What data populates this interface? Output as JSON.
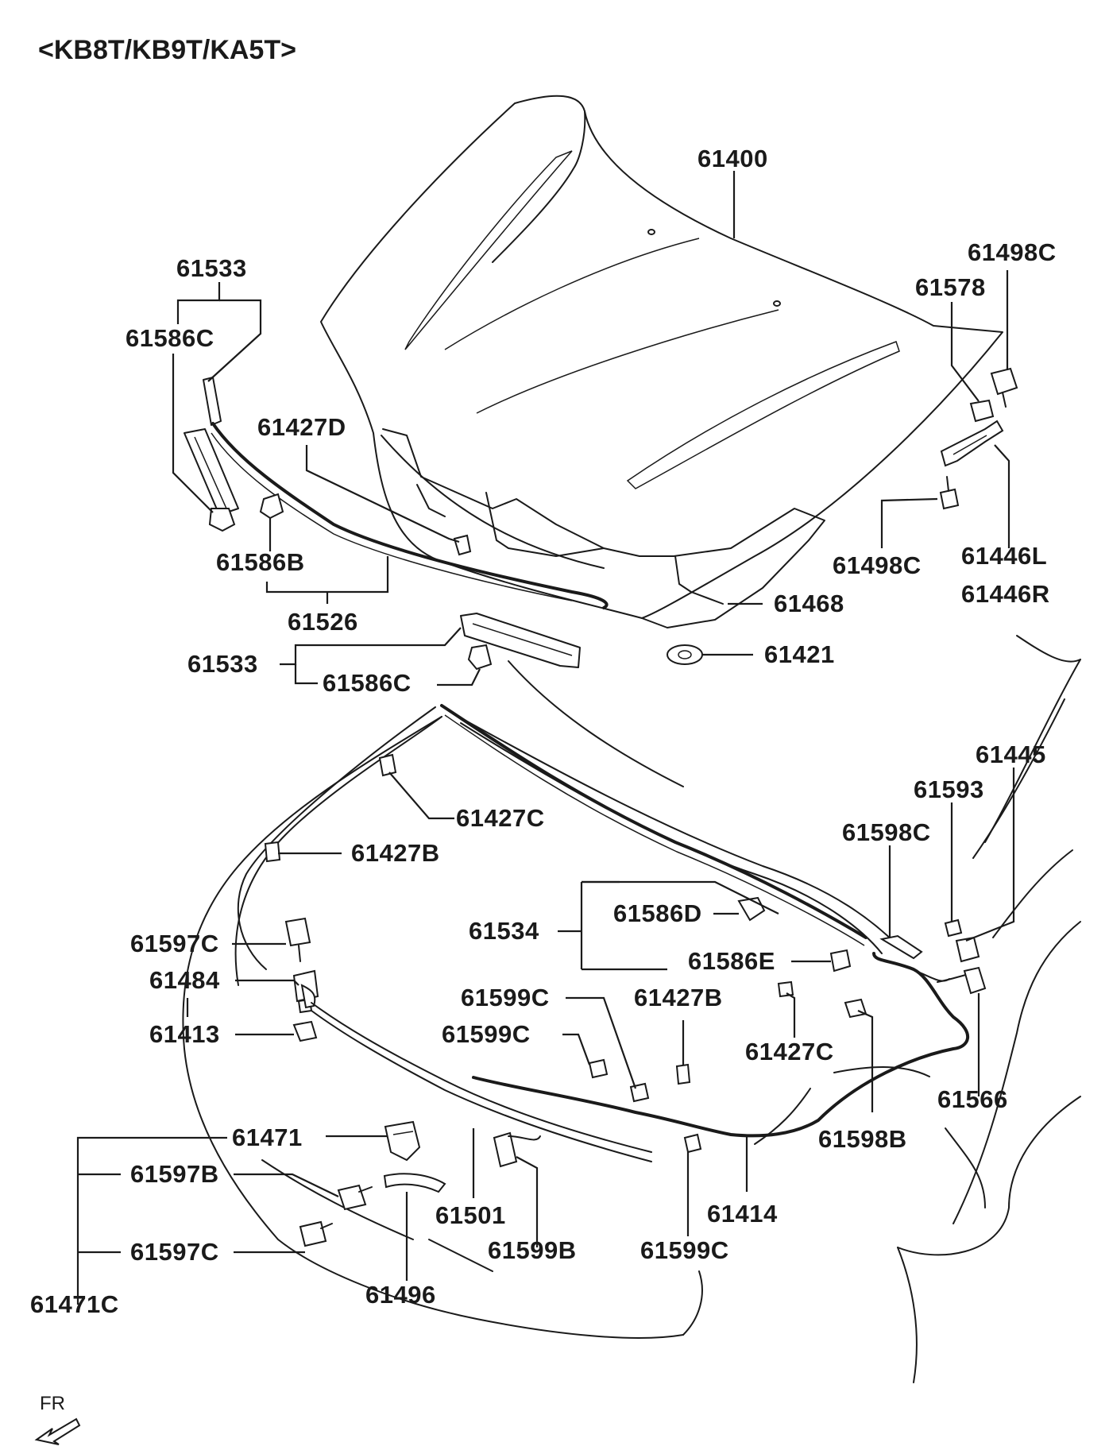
{
  "title": "<KB8T/KB9T/KA5T>",
  "direction_marker": "FR",
  "parts": [
    {
      "id": "61400",
      "label": "61400"
    },
    {
      "id": "61498C-top",
      "label": "61498C"
    },
    {
      "id": "61578",
      "label": "61578"
    },
    {
      "id": "61533-top",
      "label": "61533"
    },
    {
      "id": "61586C-top",
      "label": "61586C"
    },
    {
      "id": "61427D",
      "label": "61427D"
    },
    {
      "id": "61586B",
      "label": "61586B"
    },
    {
      "id": "61526",
      "label": "61526"
    },
    {
      "id": "61498C-mid",
      "label": "61498C"
    },
    {
      "id": "61446L",
      "label": "61446L"
    },
    {
      "id": "61446R",
      "label": "61446R"
    },
    {
      "id": "61468",
      "label": "61468"
    },
    {
      "id": "61421",
      "label": "61421"
    },
    {
      "id": "61533-mid",
      "label": "61533"
    },
    {
      "id": "61586C-mid",
      "label": "61586C"
    },
    {
      "id": "61445",
      "label": "61445"
    },
    {
      "id": "61593",
      "label": "61593"
    },
    {
      "id": "61598C",
      "label": "61598C"
    },
    {
      "id": "61427C-top",
      "label": "61427C"
    },
    {
      "id": "61427B-top",
      "label": "61427B"
    },
    {
      "id": "61534",
      "label": "61534"
    },
    {
      "id": "61586D",
      "label": "61586D"
    },
    {
      "id": "61586E",
      "label": "61586E"
    },
    {
      "id": "61597C-top",
      "label": "61597C"
    },
    {
      "id": "61484",
      "label": "61484"
    },
    {
      "id": "61413",
      "label": "61413"
    },
    {
      "id": "61599C-a",
      "label": "61599C"
    },
    {
      "id": "61599C-b",
      "label": "61599C"
    },
    {
      "id": "61427B-mid",
      "label": "61427B"
    },
    {
      "id": "61427C-mid",
      "label": "61427C"
    },
    {
      "id": "61566",
      "label": "61566"
    },
    {
      "id": "61471",
      "label": "61471"
    },
    {
      "id": "61597B",
      "label": "61597B"
    },
    {
      "id": "61598B",
      "label": "61598B"
    },
    {
      "id": "61501",
      "label": "61501"
    },
    {
      "id": "61414",
      "label": "61414"
    },
    {
      "id": "61597C-bot",
      "label": "61597C"
    },
    {
      "id": "61599B",
      "label": "61599B"
    },
    {
      "id": "61599C-bot",
      "label": "61599C"
    },
    {
      "id": "61496",
      "label": "61496"
    },
    {
      "id": "61471C",
      "label": "61471C"
    }
  ]
}
